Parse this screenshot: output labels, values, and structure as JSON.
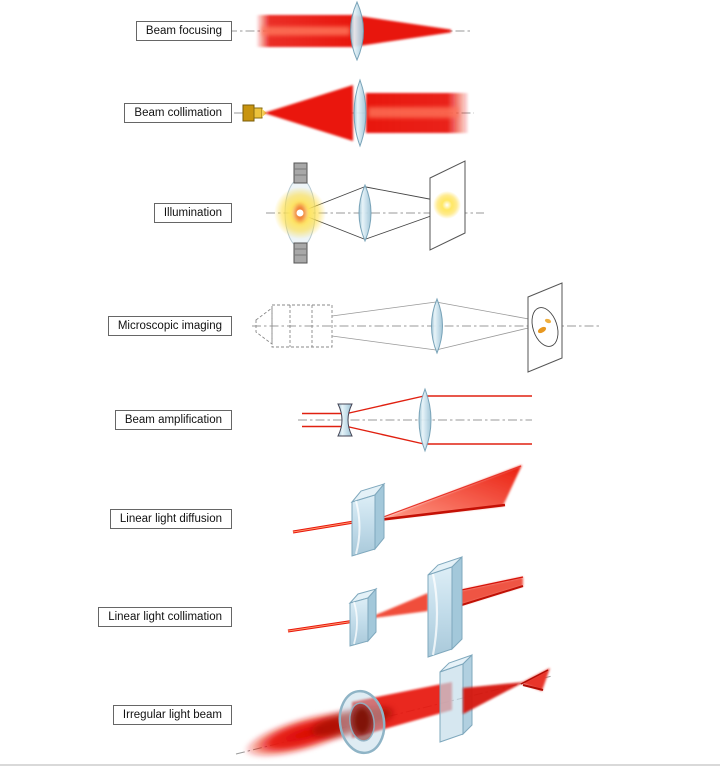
{
  "page": {
    "background": "#ffffff",
    "description": "Optical lens application diagrams"
  },
  "colors": {
    "beam_red": "#e8150a",
    "beam_dark_red": "#a50d04",
    "lens_blue": "#c6dfeb",
    "lens_stroke": "#6f9db3",
    "axis_gray": "#9a9a9a",
    "glow_yellow": "#ffe14d",
    "diode_gold": "#c8940f",
    "label_border": "#666666"
  },
  "rows": [
    {
      "label": "Beam focusing"
    },
    {
      "label": "Beam collimation"
    },
    {
      "label": "Illumination"
    },
    {
      "label": "Microscopic imaging"
    },
    {
      "label": "Beam amplification"
    },
    {
      "label": "Linear light diffusion"
    },
    {
      "label": "Linear light collimation"
    },
    {
      "label": "Irregular light beam"
    }
  ]
}
